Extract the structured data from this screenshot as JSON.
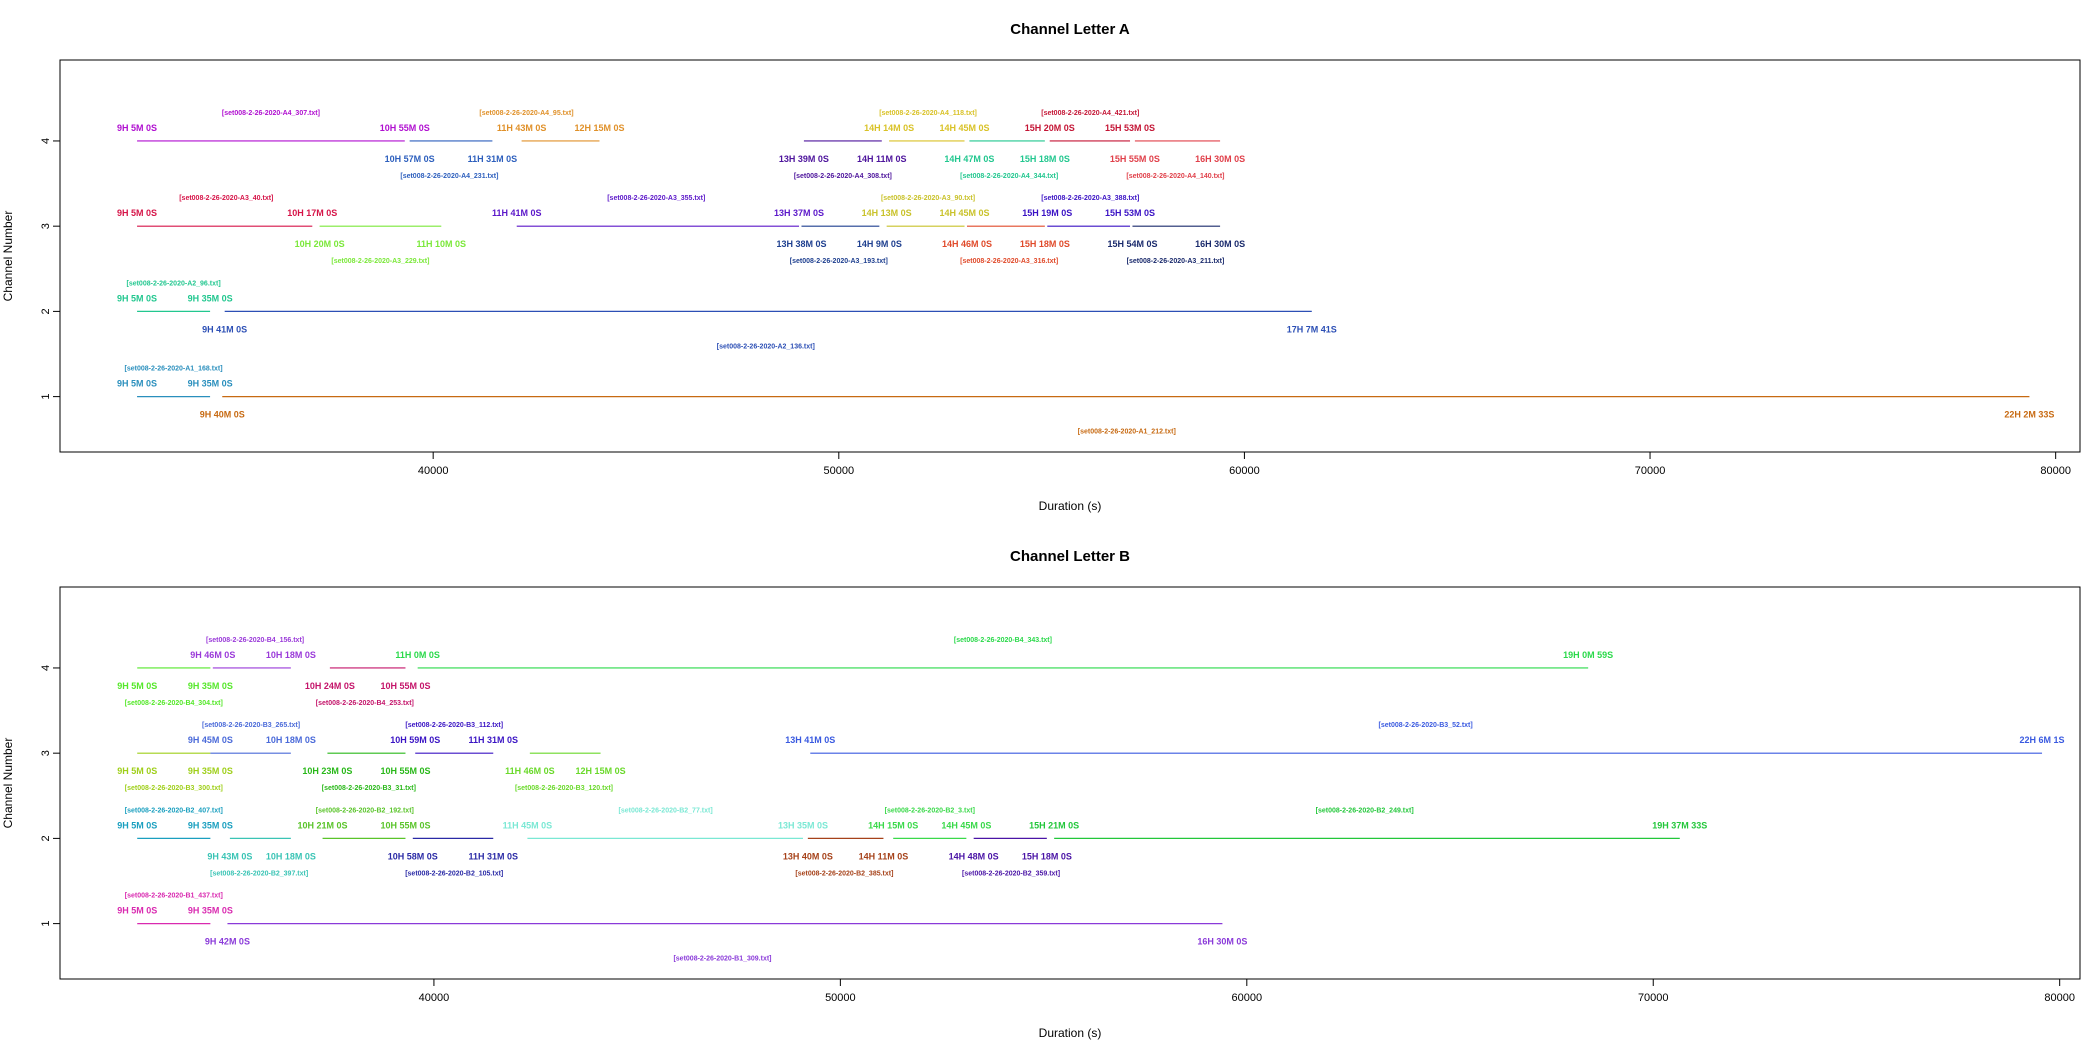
{
  "chart_data": [
    {
      "type": "timeline",
      "title": "Channel Letter A",
      "xlabel": "Duration (s)",
      "ylabel": "Channel Number",
      "xlim": [
        30800,
        80600
      ],
      "ylim": [
        0.35,
        4.95
      ],
      "xticks": [
        40000,
        50000,
        60000,
        70000,
        80000
      ],
      "yticks": [
        1,
        2,
        3,
        4
      ],
      "segments": [
        {
          "ch": 4,
          "x0": 32700,
          "x1": 39300,
          "color": "#b00fd0",
          "fx": 36000,
          "name": "[set008-2-26-2020-A4_307.txt]",
          "labels": [
            {
              "x": 32700,
              "p": "a",
              "t": "9H 5M 0S"
            },
            {
              "x": 39300,
              "p": "a",
              "t": "10H 55M 0S"
            }
          ]
        },
        {
          "ch": 4,
          "x0": 39420,
          "x1": 41460,
          "color": "#2d5fbd",
          "fx": 40400,
          "name": "[set008-2-26-2020-A4_231.txt]",
          "labels": [
            {
              "x": 39420,
              "p": "b",
              "t": "10H 57M 0S"
            },
            {
              "x": 41460,
              "p": "b",
              "t": "11H 31M 0S"
            }
          ]
        },
        {
          "ch": 4,
          "x0": 42180,
          "x1": 44100,
          "color": "#e0912a",
          "fx": 42300,
          "name": "[set008-2-26-2020-A4_95.txt]",
          "labels": [
            {
              "x": 42180,
              "p": "a",
              "t": "11H 43M 0S"
            },
            {
              "x": 44100,
              "p": "a",
              "t": "12H 15M 0S"
            }
          ]
        },
        {
          "ch": 4,
          "x0": 49140,
          "x1": 51060,
          "color": "#4d149c",
          "fx": 50100,
          "name": "[set008-2-26-2020-A4_308.txt]",
          "labels": [
            {
              "x": 49140,
              "p": "b",
              "t": "13H 39M 0S"
            },
            {
              "x": 51060,
              "p": "b",
              "t": "14H 11M 0S"
            }
          ]
        },
        {
          "ch": 4,
          "x0": 51240,
          "x1": 53100,
          "color": "#d9c227",
          "fx": 52200,
          "name": "[set008-2-26-2020-A4_118.txt]",
          "labels": [
            {
              "x": 51240,
              "p": "a",
              "t": "14H 14M 0S"
            },
            {
              "x": 53100,
              "p": "a",
              "t": "14H 45M 0S"
            }
          ]
        },
        {
          "ch": 4,
          "x0": 53220,
          "x1": 55080,
          "color": "#22c78f",
          "fx": 54200,
          "name": "[set008-2-26-2020-A4_344.txt]",
          "labels": [
            {
              "x": 53220,
              "p": "b",
              "t": "14H 47M 0S"
            },
            {
              "x": 55080,
              "p": "b",
              "t": "15H 18M 0S"
            }
          ]
        },
        {
          "ch": 4,
          "x0": 55200,
          "x1": 57180,
          "color": "#c41535",
          "fx": 56200,
          "name": "[set008-2-26-2020-A4_421.txt]",
          "labels": [
            {
              "x": 55200,
              "p": "a",
              "t": "15H 20M 0S"
            },
            {
              "x": 57180,
              "p": "a",
              "t": "15H 53M 0S"
            }
          ]
        },
        {
          "ch": 4,
          "x0": 57300,
          "x1": 59400,
          "color": "#e0404a",
          "fx": 58300,
          "name": "[set008-2-26-2020-A4_140.txt]",
          "labels": [
            {
              "x": 57300,
              "p": "b",
              "t": "15H 55M 0S"
            },
            {
              "x": 59400,
              "p": "b",
              "t": "16H 30M 0S"
            }
          ]
        },
        {
          "ch": 3,
          "x0": 32700,
          "x1": 37020,
          "color": "#d61448",
          "fx": 34900,
          "name": "[set008-2-26-2020-A3_40.txt]",
          "labels": [
            {
              "x": 32700,
              "p": "a",
              "t": "9H 5M 0S"
            },
            {
              "x": 37020,
              "p": "a",
              "t": "10H 17M 0S"
            }
          ]
        },
        {
          "ch": 3,
          "x0": 37200,
          "x1": 40200,
          "color": "#7be83a",
          "fx": 38700,
          "name": "[set008-2-26-2020-A3_229.txt]",
          "labels": [
            {
              "x": 37200,
              "p": "b",
              "t": "10H 20M 0S"
            },
            {
              "x": 40200,
              "p": "b",
              "t": "11H 10M 0S"
            }
          ]
        },
        {
          "ch": 3,
          "x0": 42060,
          "x1": 49020,
          "color": "#5b17c9",
          "fx": 45500,
          "name": "[set008-2-26-2020-A3_355.txt]",
          "labels": [
            {
              "x": 42060,
              "p": "a",
              "t": "11H 41M 0S"
            },
            {
              "x": 49020,
              "p": "a",
              "t": "13H 37M 0S"
            }
          ]
        },
        {
          "ch": 3,
          "x0": 49080,
          "x1": 51000,
          "color": "#1e3f8f",
          "fx": 50000,
          "name": "[set008-2-26-2020-A3_193.txt]",
          "labels": [
            {
              "x": 49080,
              "p": "b",
              "t": "13H 38M 0S"
            },
            {
              "x": 51000,
              "p": "b",
              "t": "14H 9M 0S"
            }
          ]
        },
        {
          "ch": 3,
          "x0": 51180,
          "x1": 53100,
          "color": "#c9c22a",
          "fx": 52200,
          "name": "[set008-2-26-2020-A3_90.txt]",
          "labels": [
            {
              "x": 51180,
              "p": "a",
              "t": "14H 13M 0S"
            },
            {
              "x": 53100,
              "p": "a",
              "t": "14H 45M 0S"
            }
          ]
        },
        {
          "ch": 3,
          "x0": 53160,
          "x1": 55080,
          "color": "#e04a2a",
          "fx": 54200,
          "name": "[set008-2-26-2020-A3_316.txt]",
          "labels": [
            {
              "x": 53160,
              "p": "b",
              "t": "14H 46M 0S"
            },
            {
              "x": 55080,
              "p": "b",
              "t": "15H 18M 0S"
            }
          ]
        },
        {
          "ch": 3,
          "x0": 55140,
          "x1": 57180,
          "color": "#3a12c4",
          "fx": 56200,
          "name": "[set008-2-26-2020-A3_388.txt]",
          "labels": [
            {
              "x": 55140,
              "p": "a",
              "t": "15H 19M 0S"
            },
            {
              "x": 57180,
              "p": "a",
              "t": "15H 53M 0S"
            }
          ]
        },
        {
          "ch": 3,
          "x0": 57240,
          "x1": 59400,
          "color": "#1a2a6c",
          "fx": 58300,
          "name": "[set008-2-26-2020-A3_211.txt]",
          "labels": [
            {
              "x": 57240,
              "p": "b",
              "t": "15H 54M 0S"
            },
            {
              "x": 59400,
              "p": "b",
              "t": "16H 30M 0S"
            }
          ]
        },
        {
          "ch": 2,
          "x0": 32700,
          "x1": 34500,
          "color": "#22c78f",
          "fx": 33600,
          "name": "[set008-2-26-2020-A2_96.txt]",
          "labels": [
            {
              "x": 32700,
              "p": "a",
              "t": "9H 5M 0S"
            },
            {
              "x": 34500,
              "p": "a",
              "t": "9H 35M 0S"
            }
          ]
        },
        {
          "ch": 2,
          "x0": 34860,
          "x1": 61661,
          "color": "#2c4fb5",
          "fx": 48200,
          "name": "[set008-2-26-2020-A2_136.txt]",
          "labels": [
            {
              "x": 34860,
              "p": "b",
              "t": "9H 41M 0S"
            },
            {
              "x": 61661,
              "p": "b",
              "t": "17H 7M 41S"
            }
          ]
        },
        {
          "ch": 1,
          "x0": 32700,
          "x1": 34500,
          "color": "#2a8fbd",
          "fx": 33600,
          "name": "[set008-2-26-2020-A1_168.txt]",
          "labels": [
            {
              "x": 32700,
              "p": "a",
              "t": "9H 5M 0S"
            },
            {
              "x": 34500,
              "p": "a",
              "t": "9H 35M 0S"
            }
          ]
        },
        {
          "ch": 1,
          "x0": 34800,
          "x1": 79353,
          "color": "#c76a12",
          "fx": 57100,
          "name": "[set008-2-26-2020-A1_212.txt]",
          "labels": [
            {
              "x": 34800,
              "p": "b",
              "t": "9H 40M 0S"
            },
            {
              "x": 79353,
              "p": "b",
              "t": "22H 2M 33S"
            }
          ]
        }
      ]
    },
    {
      "type": "timeline",
      "title": "Channel Letter B",
      "xlabel": "Duration (s)",
      "ylabel": "Channel Number",
      "xlim": [
        30800,
        80500
      ],
      "ylim": [
        0.35,
        4.95
      ],
      "xticks": [
        40000,
        50000,
        60000,
        70000,
        80000
      ],
      "yticks": [
        1,
        2,
        3,
        4
      ],
      "segments": [
        {
          "ch": 4,
          "x0": 32700,
          "x1": 34500,
          "color": "#55e82a",
          "fx": 33600,
          "name": "[set008-2-26-2020-B4_304.txt]",
          "labels": [
            {
              "x": 32700,
              "p": "b",
              "t": "9H 5M 0S"
            },
            {
              "x": 34500,
              "p": "b",
              "t": "9H 35M 0S"
            }
          ]
        },
        {
          "ch": 4,
          "x0": 34560,
          "x1": 36480,
          "color": "#9a3ad9",
          "fx": 35600,
          "name": "[set008-2-26-2020-B4_156.txt]",
          "labels": [
            {
              "x": 34560,
              "p": "a",
              "t": "9H 46M 0S"
            },
            {
              "x": 36480,
              "p": "a",
              "t": "10H 18M 0S"
            }
          ]
        },
        {
          "ch": 4,
          "x0": 37440,
          "x1": 39300,
          "color": "#c4146a",
          "fx": 38300,
          "name": "[set008-2-26-2020-B4_253.txt]",
          "labels": [
            {
              "x": 37440,
              "p": "b",
              "t": "10H 24M 0S"
            },
            {
              "x": 39300,
              "p": "b",
              "t": "10H 55M 0S"
            }
          ]
        },
        {
          "ch": 4,
          "x0": 39600,
          "x1": 68399,
          "color": "#2ad94a",
          "fx": 54000,
          "name": "[set008-2-26-2020-B4_343.txt]",
          "labels": [
            {
              "x": 39600,
              "p": "a",
              "t": "11H 0M 0S"
            },
            {
              "x": 68399,
              "p": "a",
              "t": "19H 0M 59S"
            }
          ]
        },
        {
          "ch": 3,
          "x0": 32700,
          "x1": 34500,
          "color": "#9fcf1a",
          "fx": 33600,
          "name": "[set008-2-26-2020-B3_300.txt]",
          "labels": [
            {
              "x": 32700,
              "p": "b",
              "t": "9H 5M 0S"
            },
            {
              "x": 34500,
              "p": "b",
              "t": "9H 35M 0S"
            }
          ]
        },
        {
          "ch": 3,
          "x0": 34500,
          "x1": 36480,
          "color": "#4a6ad9",
          "fx": 35500,
          "name": "[set008-2-26-2020-B3_265.txt]",
          "labels": [
            {
              "x": 34500,
              "p": "a",
              "t": "9H 45M 0S"
            },
            {
              "x": 36480,
              "p": "a",
              "t": "10H 18M 0S"
            }
          ]
        },
        {
          "ch": 3,
          "x0": 37380,
          "x1": 39300,
          "color": "#2ab81a",
          "fx": 38400,
          "name": "[set008-2-26-2020-B3_31.txt]",
          "labels": [
            {
              "x": 37380,
              "p": "b",
              "t": "10H 23M 0S"
            },
            {
              "x": 39300,
              "p": "b",
              "t": "10H 55M 0S"
            }
          ]
        },
        {
          "ch": 3,
          "x0": 39540,
          "x1": 41460,
          "color": "#3a14c4",
          "fx": 40500,
          "name": "[set008-2-26-2020-B3_112.txt]",
          "labels": [
            {
              "x": 39540,
              "p": "a",
              "t": "10H 59M 0S"
            },
            {
              "x": 41460,
              "p": "a",
              "t": "11H 31M 0S"
            }
          ]
        },
        {
          "ch": 3,
          "x0": 42360,
          "x1": 44100,
          "color": "#6ad92a",
          "fx": 43200,
          "name": "[set008-2-26-2020-B3_120.txt]",
          "labels": [
            {
              "x": 42360,
              "p": "b",
              "t": "11H 46M 0S"
            },
            {
              "x": 44100,
              "p": "b",
              "t": "12H 15M 0S"
            }
          ]
        },
        {
          "ch": 3,
          "x0": 49260,
          "x1": 79566,
          "color": "#3a5ae0",
          "fx": 64400,
          "name": "[set008-2-26-2020-B3_52.txt]",
          "labels": [
            {
              "x": 49260,
              "p": "a",
              "t": "13H 41M 0S"
            },
            {
              "x": 79566,
              "p": "a",
              "t": "22H 6M 1S"
            }
          ]
        },
        {
          "ch": 2,
          "x0": 32700,
          "x1": 34500,
          "color": "#1a9fbf",
          "fx": 33600,
          "name": "[set008-2-26-2020-B2_407.txt]",
          "labels": [
            {
              "x": 32700,
              "p": "a",
              "t": "9H 5M 0S"
            },
            {
              "x": 34500,
              "p": "a",
              "t": "9H 35M 0S"
            }
          ]
        },
        {
          "ch": 2,
          "x0": 34980,
          "x1": 36480,
          "color": "#3ac4b5",
          "fx": 35700,
          "name": "[set008-2-26-2020-B2_397.txt]",
          "labels": [
            {
              "x": 34980,
              "p": "b",
              "t": "9H 43M 0S"
            },
            {
              "x": 36480,
              "p": "b",
              "t": "10H 18M 0S"
            }
          ]
        },
        {
          "ch": 2,
          "x0": 37260,
          "x1": 39300,
          "color": "#5ac42a",
          "fx": 38300,
          "name": "[set008-2-26-2020-B2_192.txt]",
          "labels": [
            {
              "x": 37260,
              "p": "a",
              "t": "10H 21M 0S"
            },
            {
              "x": 39300,
              "p": "a",
              "t": "10H 55M 0S"
            }
          ]
        },
        {
          "ch": 2,
          "x0": 39480,
          "x1": 41460,
          "color": "#2a2aa6",
          "fx": 40500,
          "name": "[set008-2-26-2020-B2_105.txt]",
          "labels": [
            {
              "x": 39480,
              "p": "b",
              "t": "10H 58M 0S"
            },
            {
              "x": 41460,
              "p": "b",
              "t": "11H 31M 0S"
            }
          ]
        },
        {
          "ch": 2,
          "x0": 42300,
          "x1": 49080,
          "color": "#7ae8d4",
          "fx": 45700,
          "name": "[set008-2-26-2020-B2_77.txt]",
          "labels": [
            {
              "x": 42300,
              "p": "a",
              "t": "11H 45M 0S"
            },
            {
              "x": 49080,
              "p": "a",
              "t": "13H 35M 0S"
            }
          ]
        },
        {
          "ch": 2,
          "x0": 49200,
          "x1": 51060,
          "color": "#a6421a",
          "fx": 50100,
          "name": "[set008-2-26-2020-B2_385.txt]",
          "labels": [
            {
              "x": 49200,
              "p": "b",
              "t": "13H 40M 0S"
            },
            {
              "x": 51060,
              "p": "b",
              "t": "14H 11M 0S"
            }
          ]
        },
        {
          "ch": 2,
          "x0": 51300,
          "x1": 53100,
          "color": "#3ad94a",
          "fx": 52200,
          "name": "[set008-2-26-2020-B2_3.txt]",
          "labels": [
            {
              "x": 51300,
              "p": "a",
              "t": "14H 15M 0S"
            },
            {
              "x": 53100,
              "p": "a",
              "t": "14H 45M 0S"
            }
          ]
        },
        {
          "ch": 2,
          "x0": 53280,
          "x1": 55080,
          "color": "#4a14a6",
          "fx": 54200,
          "name": "[set008-2-26-2020-B2_359.txt]",
          "labels": [
            {
              "x": 53280,
              "p": "b",
              "t": "14H 48M 0S"
            },
            {
              "x": 55080,
              "p": "b",
              "t": "15H 18M 0S"
            }
          ]
        },
        {
          "ch": 2,
          "x0": 55260,
          "x1": 70653,
          "color": "#22c73a",
          "fx": 62900,
          "name": "[set008-2-26-2020-B2_249.txt]",
          "labels": [
            {
              "x": 55260,
              "p": "a",
              "t": "15H 21M 0S"
            },
            {
              "x": 70653,
              "p": "a",
              "t": "19H 37M 33S"
            }
          ]
        },
        {
          "ch": 1,
          "x0": 32700,
          "x1": 34500,
          "color": "#d92ab0",
          "fx": 33600,
          "name": "[set008-2-26-2020-B1_437.txt]",
          "labels": [
            {
              "x": 32700,
              "p": "a",
              "t": "9H 5M 0S"
            },
            {
              "x": 34500,
              "p": "a",
              "t": "9H 35M 0S"
            }
          ]
        },
        {
          "ch": 1,
          "x0": 34920,
          "x1": 59400,
          "color": "#8a3ad9",
          "fx": 47100,
          "name": "[set008-2-26-2020-B1_309.txt]",
          "labels": [
            {
              "x": 34920,
              "p": "b",
              "t": "9H 42M 0S"
            },
            {
              "x": 59400,
              "p": "b",
              "t": "16H 30M 0S"
            }
          ]
        }
      ]
    }
  ]
}
